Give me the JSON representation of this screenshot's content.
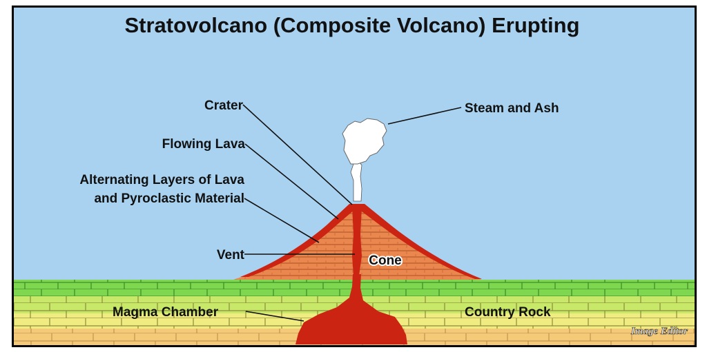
{
  "title": "Stratovolcano (Composite Volcano) Erupting",
  "labels": {
    "crater": "Crater",
    "flowing_lava": "Flowing Lava",
    "layers_line1": "Alternating Layers of Lava",
    "layers_line2": "and Pyroclastic Material",
    "vent": "Vent",
    "cone": "Cone",
    "magma_chamber": "Magma Chamber",
    "country_rock": "Country Rock",
    "steam_and_ash": "Steam and Ash"
  },
  "watermark": "Image Editor",
  "colors": {
    "sky": "#a9d2f1",
    "frame": "#000000",
    "lava": "#cc2412",
    "cone": "#e9874e",
    "ground_green": "#7fd64f",
    "ground_yellow": "#f0ec82",
    "ground_sand": "#f4c978",
    "steam": "#ffffff"
  }
}
